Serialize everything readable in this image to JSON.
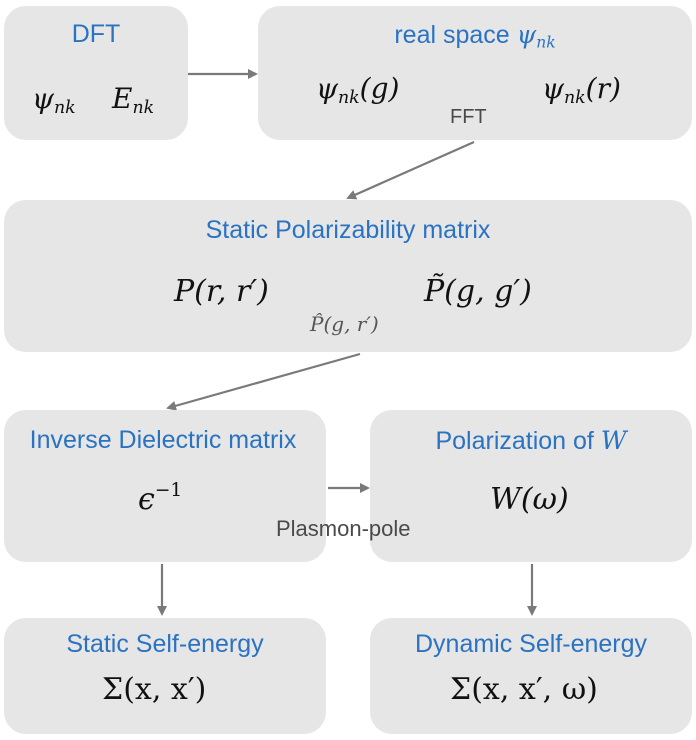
{
  "boxes": {
    "dft": {
      "title": "DFT"
    },
    "realspace": {
      "title_prefix": "real space ",
      "title_math": "ψ",
      "title_sub": "nk"
    },
    "polarizability": {
      "title": "Static Polarizability matrix"
    },
    "dielectric": {
      "title": "Inverse Dielectric matrix"
    },
    "polarization_w": {
      "title_prefix": "Polarization of ",
      "title_math": "W"
    },
    "static_self_energy": {
      "title": "Static Self-energy"
    },
    "dynamic_self_energy": {
      "title": "Dynamic Self-energy"
    }
  },
  "math": {
    "psi": "ψ",
    "nk": "nk",
    "E": "E",
    "psi_g": "(g)",
    "psi_r": "(r)",
    "P_rr": "P(r, r′)",
    "P_gg": "P̃(g, g′)",
    "P_hat": "P̂(g, r′)",
    "eps": "ϵ",
    "eps_exp": "−1",
    "W": "W(ω)",
    "sigma_static": "Σ(x, x′)",
    "sigma_dynamic": "Σ(x, x′, ω)"
  },
  "labels": {
    "fft": "FFT",
    "plasmon_pole": "Plasmon-pole"
  },
  "colors": {
    "box_fill": "#e6e6e6",
    "title_blue": "#2a72c2",
    "arrow": "#7a7a7a"
  }
}
